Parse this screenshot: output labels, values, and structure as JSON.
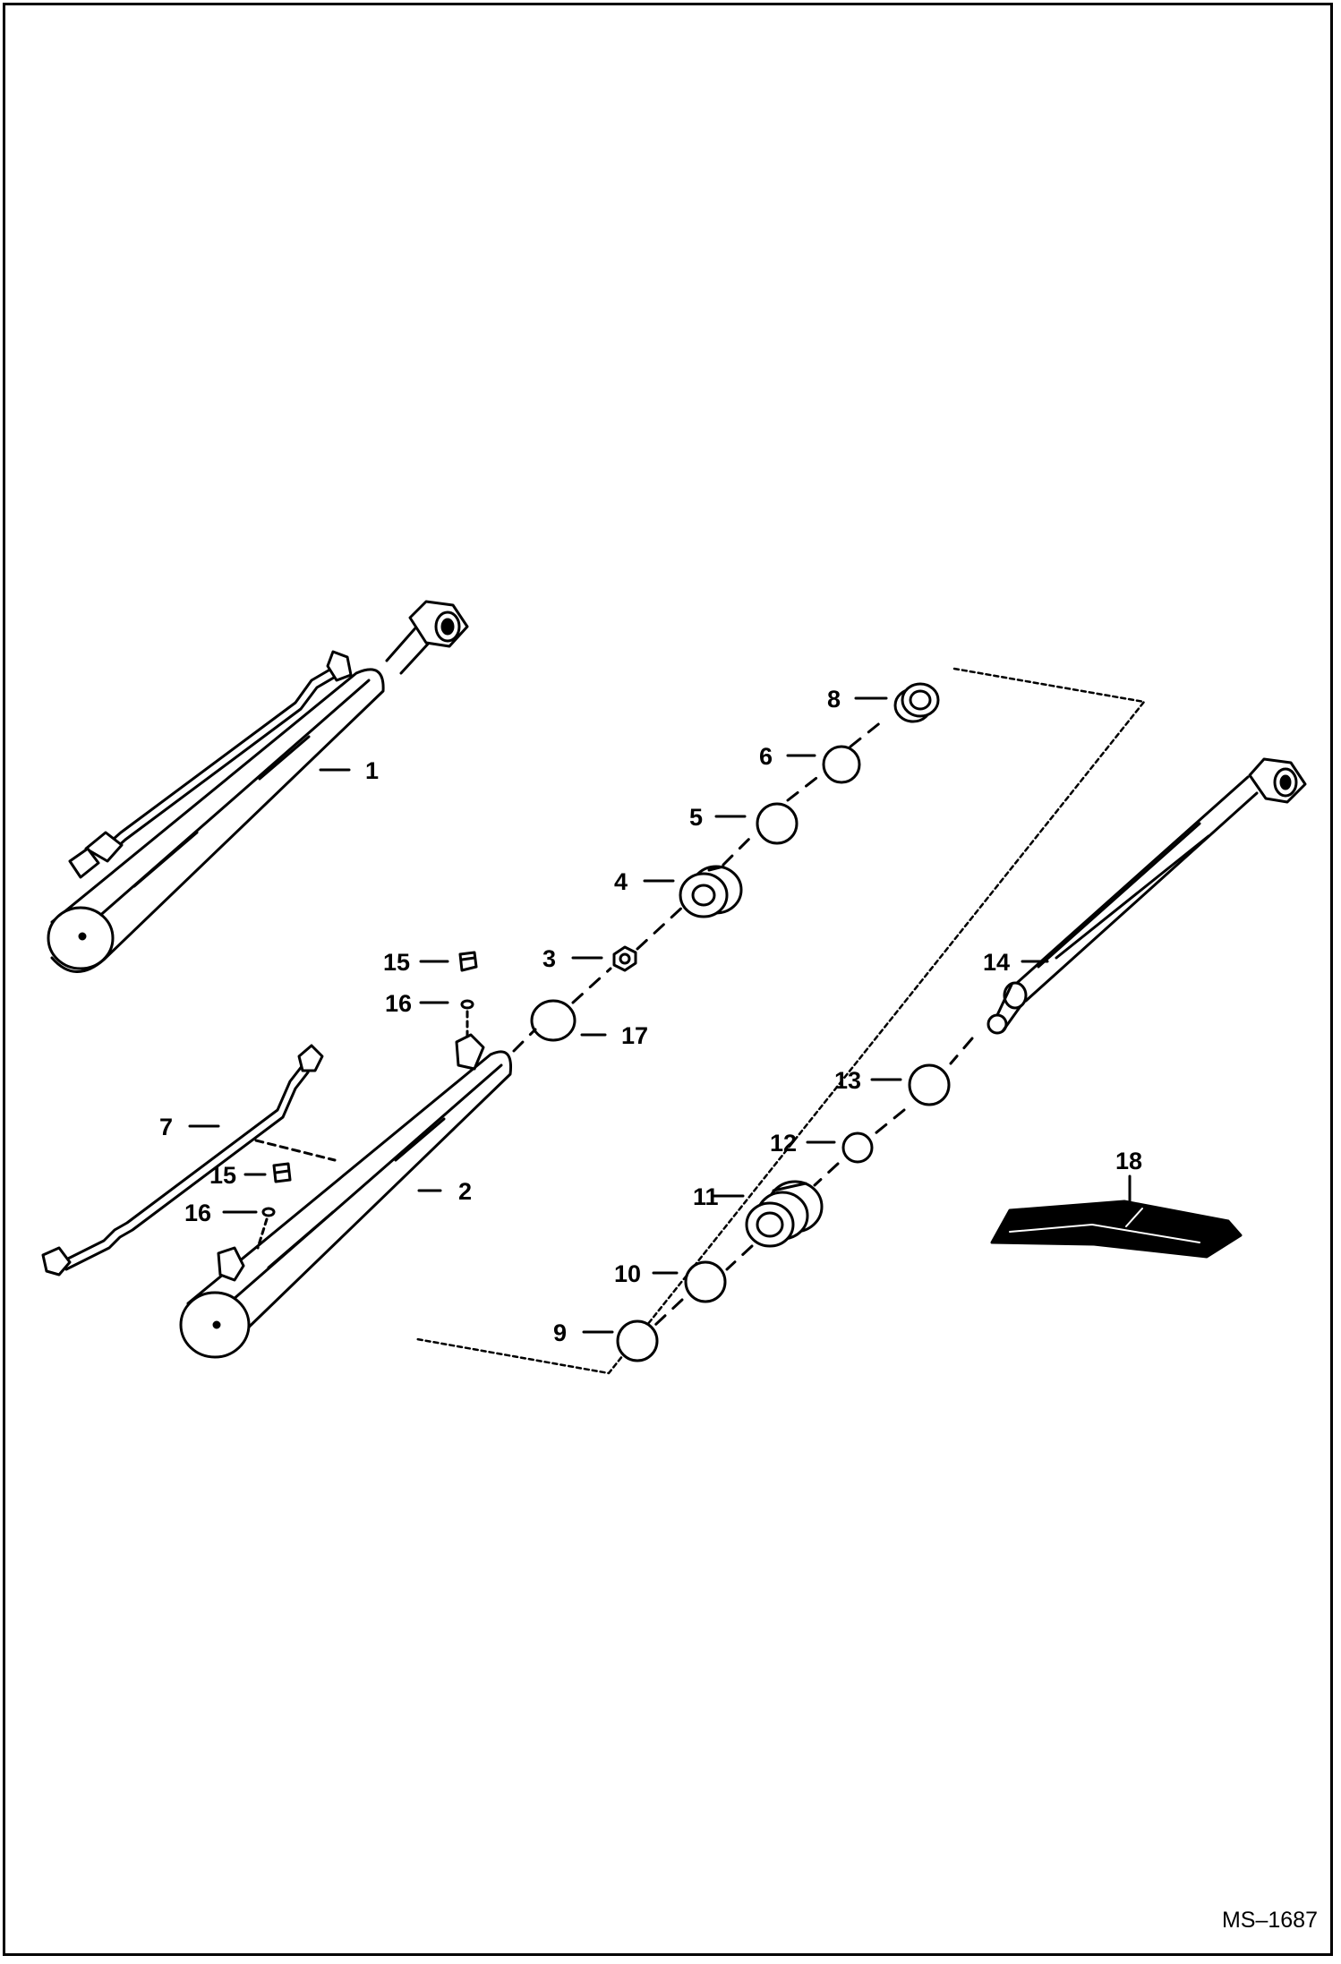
{
  "drawing_code": "MS–1687",
  "callouts": [
    {
      "id": "1",
      "text": "1"
    },
    {
      "id": "2",
      "text": "2"
    },
    {
      "id": "3",
      "text": "3"
    },
    {
      "id": "4",
      "text": "4"
    },
    {
      "id": "5",
      "text": "5"
    },
    {
      "id": "6",
      "text": "6"
    },
    {
      "id": "7",
      "text": "7"
    },
    {
      "id": "8",
      "text": "8"
    },
    {
      "id": "9",
      "text": "9"
    },
    {
      "id": "10",
      "text": "10"
    },
    {
      "id": "11",
      "text": "11"
    },
    {
      "id": "12",
      "text": "12"
    },
    {
      "id": "13",
      "text": "13"
    },
    {
      "id": "14",
      "text": "14"
    },
    {
      "id": "15a",
      "text": "15"
    },
    {
      "id": "16a",
      "text": "16"
    },
    {
      "id": "15b",
      "text": "15"
    },
    {
      "id": "16b",
      "text": "16"
    },
    {
      "id": "17",
      "text": "17"
    },
    {
      "id": "18",
      "text": "18"
    }
  ]
}
